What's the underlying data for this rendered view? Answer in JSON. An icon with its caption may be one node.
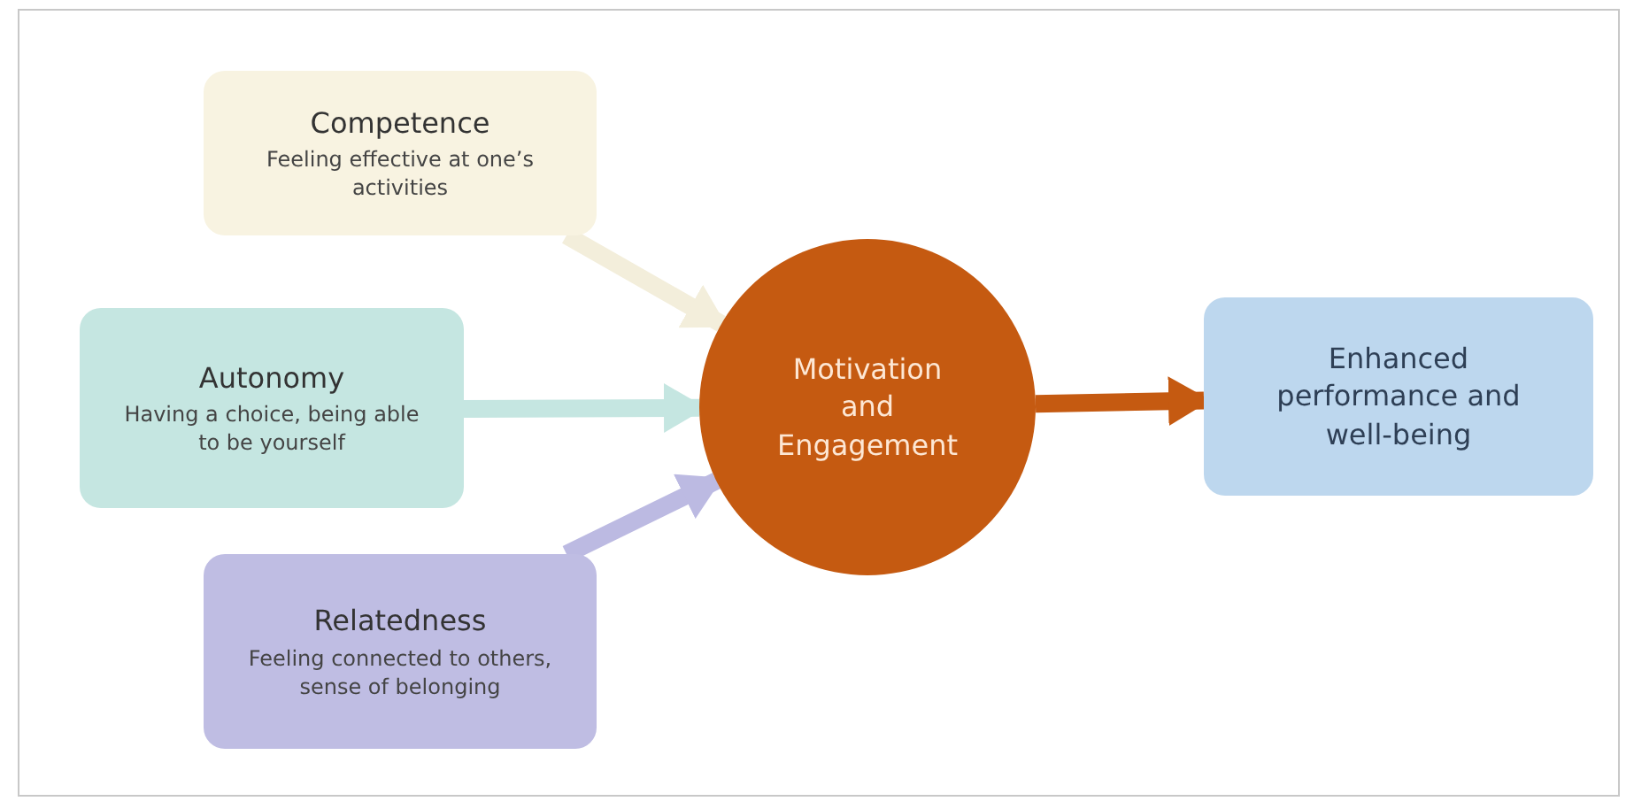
{
  "diagram": {
    "nodes": [
      {
        "text": [
          "Competence",
          "Feeling effective at one’s activities"
        ]
      },
      {
        "text": [
          "Autonomy",
          "Having a choice, being able to be yourself"
        ]
      },
      {
        "text": [
          "Relatedness",
          "Feeling connected to others, sense of belonging"
        ]
      },
      {
        "text": [
          "Motivation and Engagement"
        ]
      },
      {
        "text": [
          "Enhanced performance and well-being"
        ]
      }
    ],
    "edges": [
      {
        "from": 0,
        "to": 3,
        "arrow": "to",
        "color": "#f3eedb"
      },
      {
        "from": 1,
        "to": 3,
        "arrow": "to",
        "color": "#c5e6e1"
      },
      {
        "from": 2,
        "to": 3,
        "arrow": "to",
        "color": "#bcbae2"
      },
      {
        "from": 3,
        "to": 4,
        "arrow": "to",
        "color": "#c55a11"
      }
    ]
  }
}
